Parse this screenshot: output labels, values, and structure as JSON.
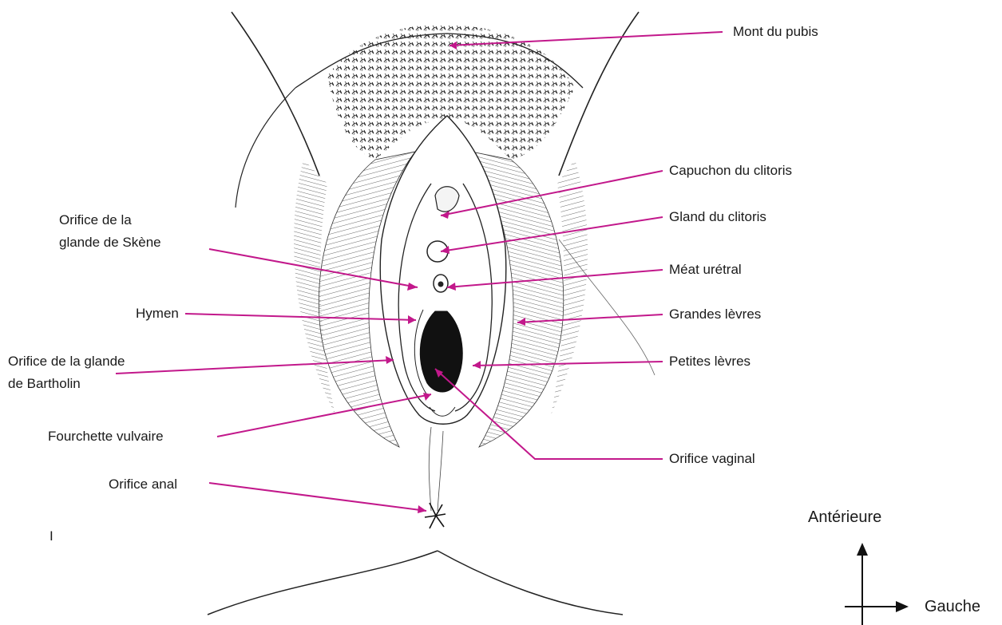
{
  "labels": {
    "mont_pubis": "Mont du pubis",
    "capuchon": "Capuchon du clitoris",
    "gland": "Gland du clitoris",
    "meat": "Méat urétral",
    "grandes_levres": "Grandes lèvres",
    "petites_levres": "Petites lèvres",
    "orifice_vaginal": "Orifice vaginal",
    "skene_line1": "Orifice de la",
    "skene_line2": "glande de Skène",
    "hymen": "Hymen",
    "bartholin_line1": "Orifice de la glande",
    "bartholin_line2": "de Bartholin",
    "fourchette": "Fourchette vulvaire",
    "orifice_anal": "Orifice anal",
    "stray_mark": "I"
  },
  "orientation": {
    "anterior": "Antérieure",
    "left": "Gauche"
  },
  "colors": {
    "leader": "#c2188b",
    "ink": "#1a1a1a"
  }
}
